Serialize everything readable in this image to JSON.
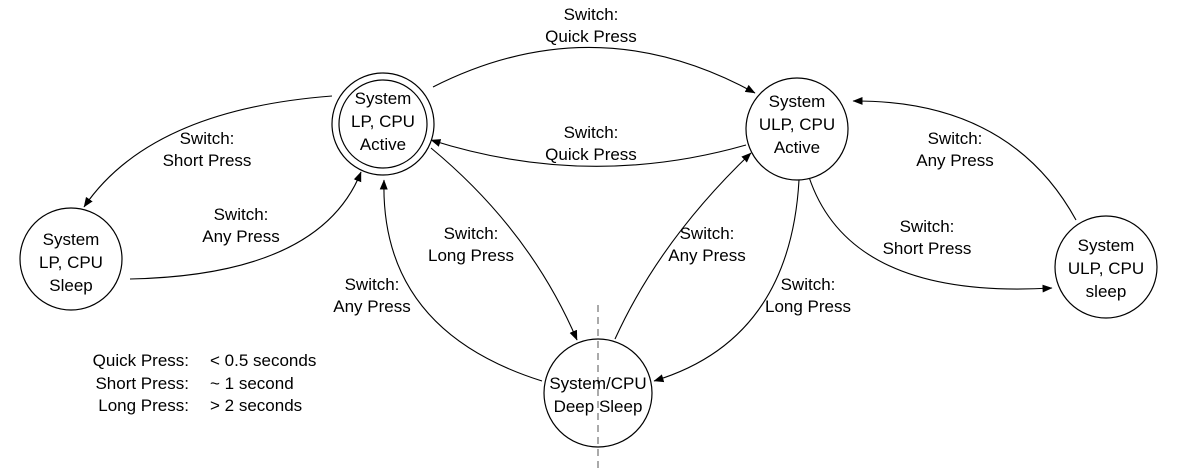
{
  "states": {
    "lp_active": [
      "System",
      "LP, CPU",
      "Active"
    ],
    "ulp_active": [
      "System",
      "ULP, CPU",
      "Active"
    ],
    "lp_sleep": [
      "System",
      "LP, CPU",
      "Sleep"
    ],
    "ulp_sleep": [
      "System",
      "ULP, CPU",
      "sleep"
    ],
    "deep_sleep": [
      "System/CPU",
      "Deep Sleep"
    ]
  },
  "transitions": {
    "lp_to_ulp": [
      "Switch:",
      "Quick Press"
    ],
    "ulp_to_lp": [
      "Switch:",
      "Quick Press"
    ],
    "lp_to_lpsleep": [
      "Switch:",
      "Short Press"
    ],
    "lpsleep_to_lp": [
      "Switch:",
      "Any Press"
    ],
    "lp_to_deep": [
      "Switch:",
      "Long Press"
    ],
    "deep_to_lp": [
      "Switch:",
      "Any Press"
    ],
    "deep_to_ulp": [
      "Switch:",
      "Any Press"
    ],
    "ulp_to_deep": [
      "Switch:",
      "Long Press"
    ],
    "ulp_to_ulpsleep": [
      "Switch:",
      "Short Press"
    ],
    "ulpsleep_to_ulp": [
      "Switch:",
      "Any Press"
    ]
  },
  "legend": [
    {
      "term": "Quick Press:",
      "value": "< 0.5 seconds"
    },
    {
      "term": "Short Press:",
      "value": "~ 1 second"
    },
    {
      "term": "Long Press:",
      "value": "> 2 seconds"
    }
  ]
}
